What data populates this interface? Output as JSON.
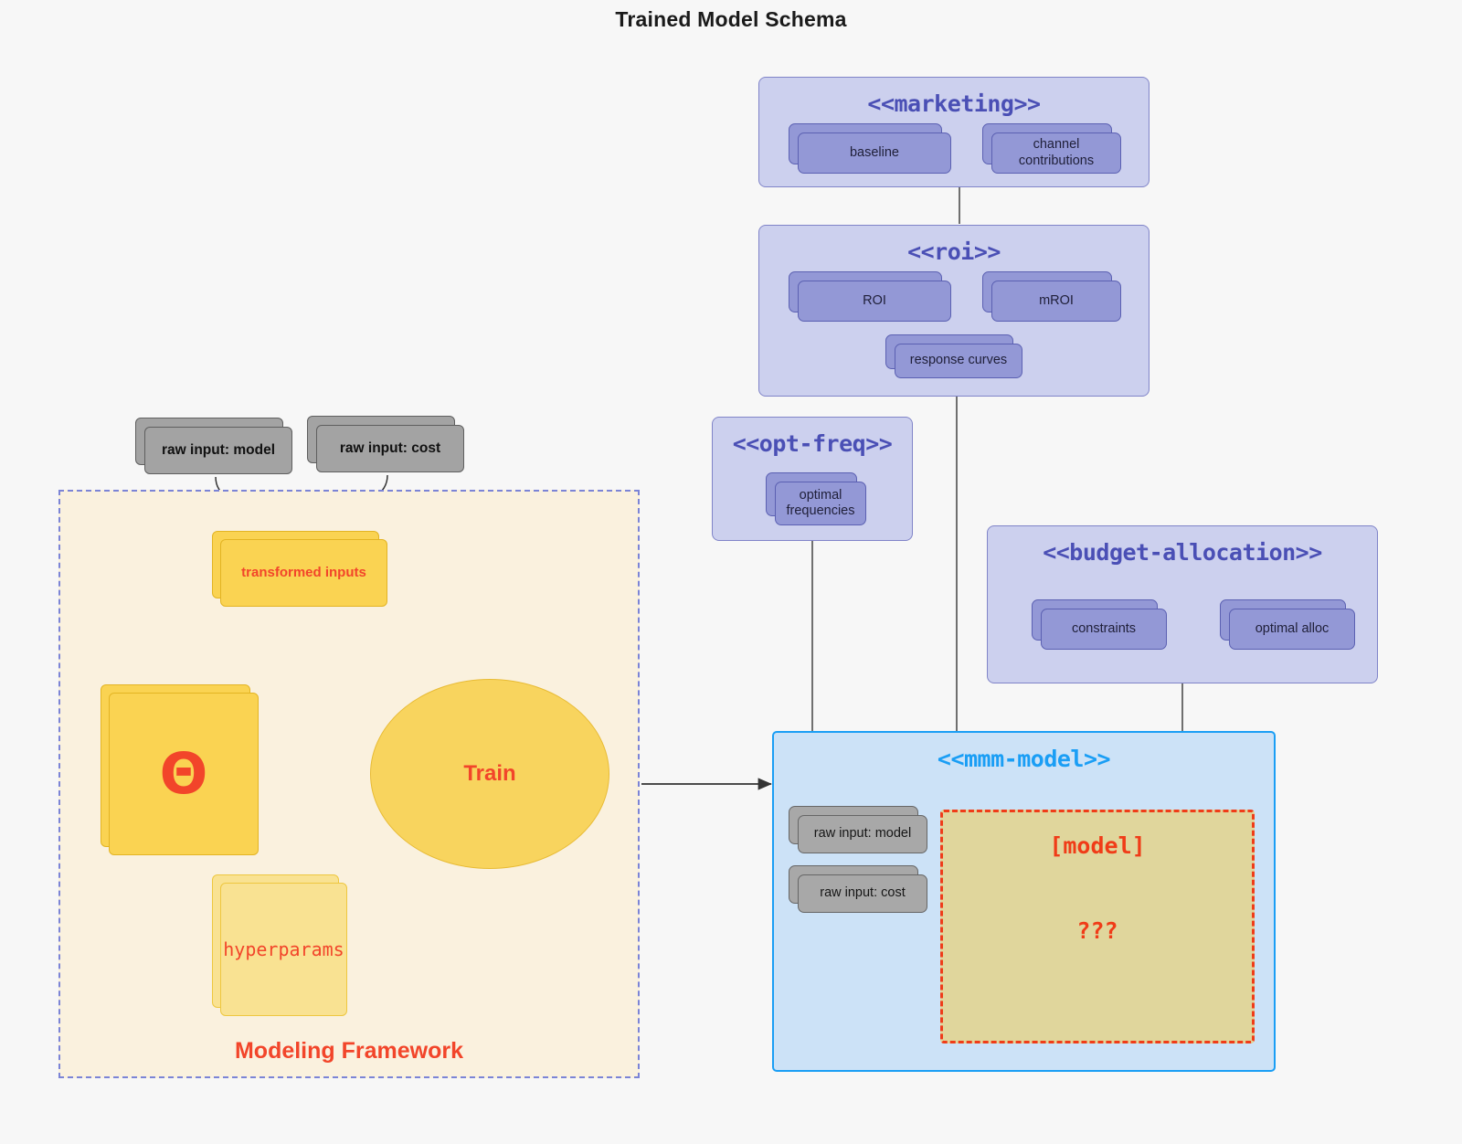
{
  "title": "Trained Model Schema",
  "colors": {
    "background": "#f7f7f7",
    "package_fill": "#ccd0ee",
    "package_border": "#8084c8",
    "package_title": "#4a4fb5",
    "node_fill": "#9398d6",
    "node_border": "#5b60b2",
    "gray_node_fill": "#a8a8a8",
    "gray_node_border": "#666666",
    "mmm_fill": "#cce2f7",
    "mmm_border": "#1a9ef5",
    "mmm_title": "#1a9ef5",
    "framework_fill": "#faf1de",
    "framework_border": "#7b84d6",
    "yellow_note_fill": "#fad352",
    "yellow_note_border": "#e3b423",
    "pale_note_fill": "#f9e292",
    "ellipse_fill": "#f8d45e",
    "accent_red": "#f2452a",
    "model_box_fill": "#e0d69c",
    "model_box_border": "#f03c18",
    "connector": "#4d4d4d"
  },
  "packages": {
    "marketing": {
      "title": "<<marketing>>",
      "nodes": [
        {
          "label": "baseline"
        },
        {
          "label": "channel contributions"
        }
      ]
    },
    "roi": {
      "title": "<<roi>>",
      "nodes": [
        {
          "label": "ROI"
        },
        {
          "label": "mROI"
        },
        {
          "label": "response curves"
        }
      ]
    },
    "opt_freq": {
      "title": "<<opt-freq>>",
      "nodes": [
        {
          "label": "optimal\nfrequencies",
          "line1": "optimal",
          "line2": "frequencies"
        }
      ]
    },
    "budget_allocation": {
      "title": "<<budget-allocation>>",
      "nodes": [
        {
          "label": "constraints"
        },
        {
          "label": "optimal alloc"
        }
      ]
    },
    "mmm_model": {
      "title": "<<mmm-model>>",
      "nodes": [
        {
          "label": "raw input: model"
        },
        {
          "label": "raw input: cost"
        }
      ],
      "model_box": {
        "title": "[model]",
        "question": "???"
      }
    }
  },
  "framework": {
    "label": "Modeling Framework",
    "raw_inputs": [
      {
        "label": "raw input: model"
      },
      {
        "label": "raw input: cost"
      }
    ],
    "transformed_inputs": {
      "label": "transformed inputs"
    },
    "theta": {
      "label": "Θ"
    },
    "hyperparams": {
      "label": "hyperparams"
    },
    "train": {
      "label": "Train"
    }
  }
}
